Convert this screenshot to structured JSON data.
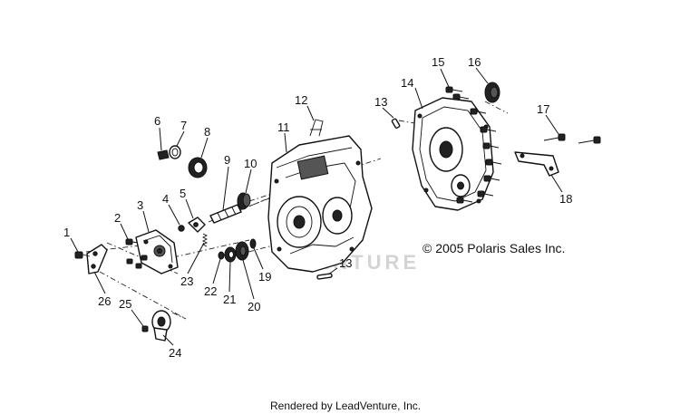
{
  "copyright": "© 2005 Polaris Sales Inc.",
  "watermark": "VENTURE",
  "footer": "Rendered by LeadVenture, Inc.",
  "callouts": [
    {
      "id": "1",
      "label": "1"
    },
    {
      "id": "2",
      "label": "2"
    },
    {
      "id": "3",
      "label": "3"
    },
    {
      "id": "4",
      "label": "4"
    },
    {
      "id": "5",
      "label": "5"
    },
    {
      "id": "6",
      "label": "6"
    },
    {
      "id": "7",
      "label": "7"
    },
    {
      "id": "8",
      "label": "8"
    },
    {
      "id": "9",
      "label": "9"
    },
    {
      "id": "10",
      "label": "10"
    },
    {
      "id": "11",
      "label": "11"
    },
    {
      "id": "12",
      "label": "12"
    },
    {
      "id": "13a",
      "label": "13"
    },
    {
      "id": "13b",
      "label": "13"
    },
    {
      "id": "14",
      "label": "14"
    },
    {
      "id": "15",
      "label": "15"
    },
    {
      "id": "16",
      "label": "16"
    },
    {
      "id": "17",
      "label": "17"
    },
    {
      "id": "18",
      "label": "18"
    },
    {
      "id": "19",
      "label": "19"
    },
    {
      "id": "20",
      "label": "20"
    },
    {
      "id": "21",
      "label": "21"
    },
    {
      "id": "22",
      "label": "22"
    },
    {
      "id": "23",
      "label": "23"
    },
    {
      "id": "24",
      "label": "24"
    },
    {
      "id": "25",
      "label": "25"
    },
    {
      "id": "26",
      "label": "26"
    }
  ]
}
